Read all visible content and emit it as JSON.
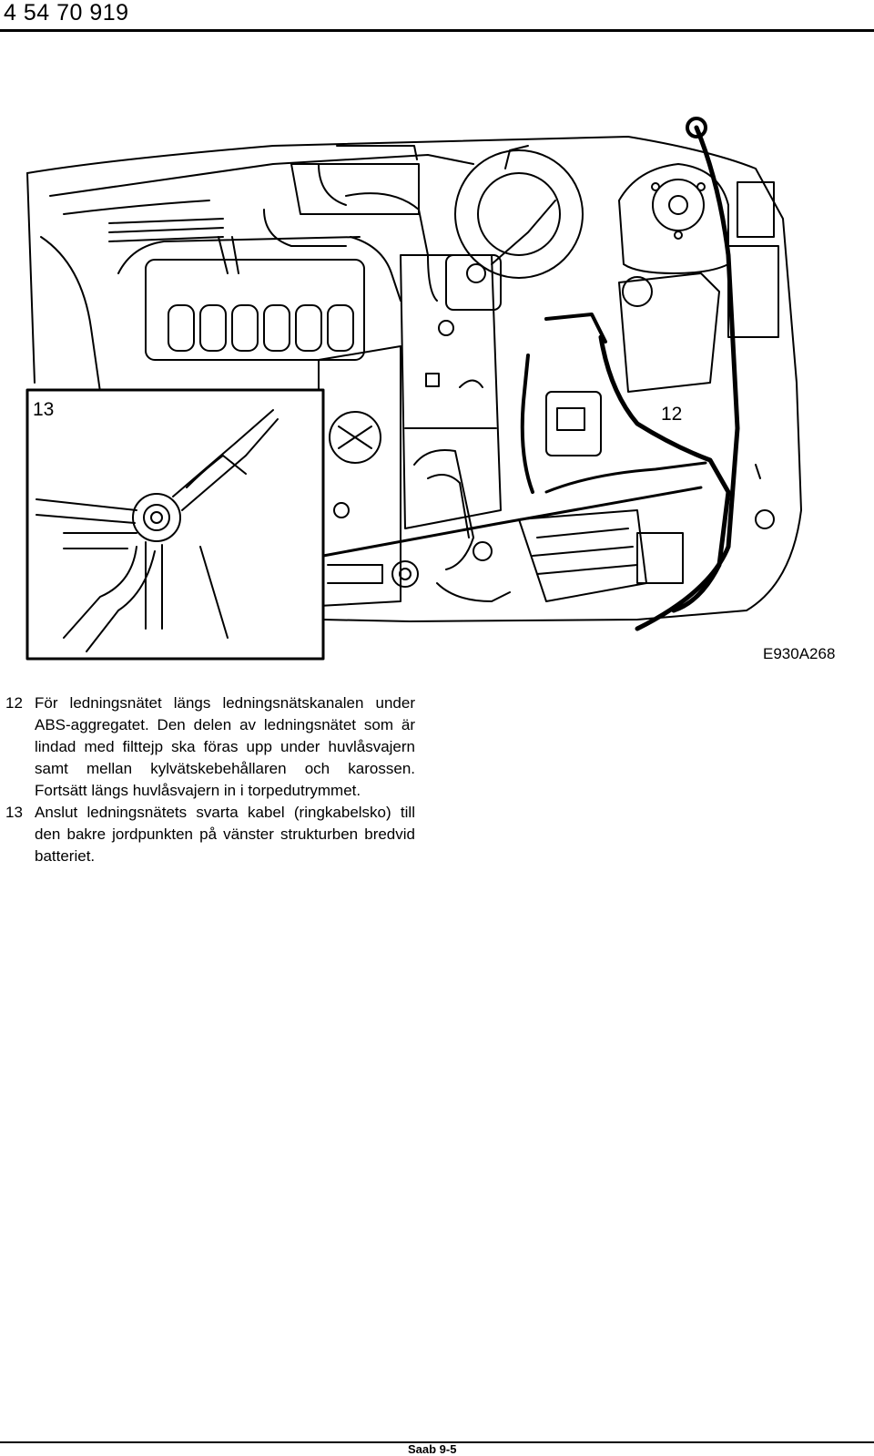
{
  "header": {
    "page_number": "4  54 70 919"
  },
  "figure": {
    "callout_13": "13",
    "callout_12": "12",
    "code": "E930A268"
  },
  "steps": [
    {
      "number": "12",
      "text": "För ledningsnätet längs ledningsnätskanalen under ABS-aggregatet. Den delen av lednings­nätet som är lindad med filttejp ska föras upp under huvlåsvajern samt mellan kylvätskebe­hållaren och karossen. Fortsätt längs huvlåsva­jern in i torpedutrymmet."
    },
    {
      "number": "13",
      "text": "Anslut ledningsnätets svarta kabel (ringkabel­sko) till den bakre jordpunkten på vänster struk­turben bredvid batteriet."
    }
  ],
  "footer": {
    "label": "Saab 9-5"
  }
}
